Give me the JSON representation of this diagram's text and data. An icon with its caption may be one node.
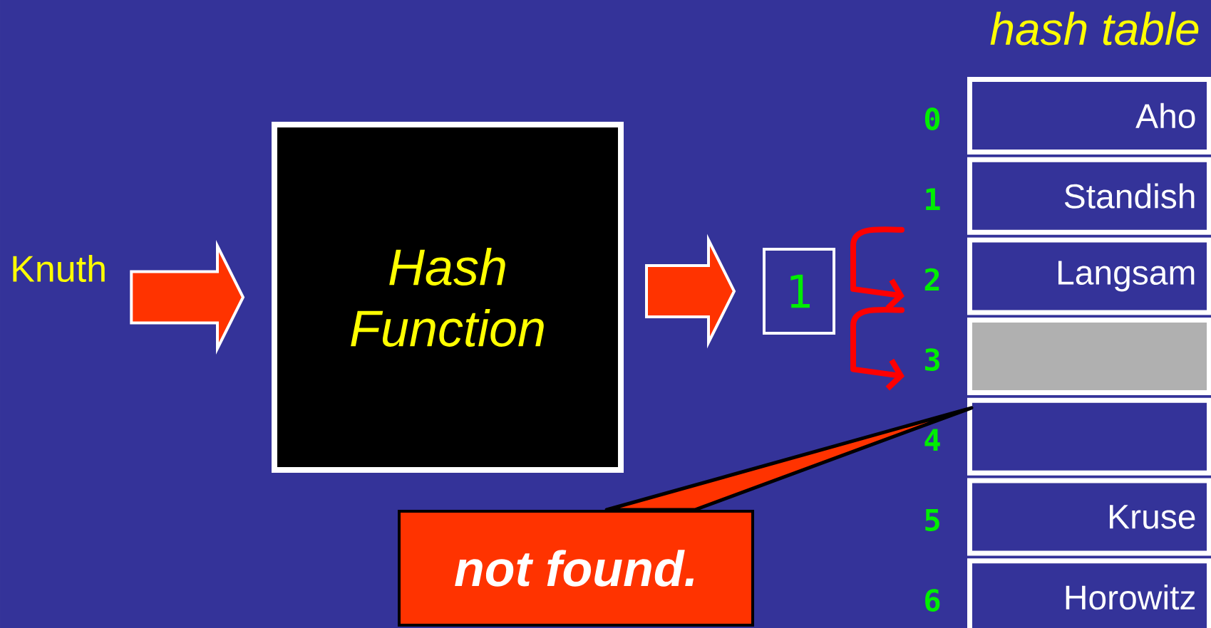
{
  "diagram": {
    "title": "hash table",
    "nodes": [
      {
        "text": [
          "Knuth"
        ]
      },
      {
        "text": [
          "Hash Function"
        ]
      },
      {
        "text": [
          "1"
        ]
      },
      {
        "text": [
          "Aho"
        ],
        "beside": [
          "0"
        ]
      },
      {
        "text": [
          "Standish"
        ],
        "beside": [
          "1"
        ]
      },
      {
        "text": [
          "Langsam"
        ],
        "beside": [
          "2"
        ]
      },
      {
        "text": [],
        "shape": "box",
        "beside": [
          "3"
        ]
      },
      {
        "text": [],
        "shape": "box",
        "beside": [
          "4"
        ]
      },
      {
        "text": [
          "Kruse"
        ],
        "beside": [
          "5"
        ]
      },
      {
        "text": [
          "Horowitz"
        ],
        "beside": [
          "6"
        ]
      },
      {
        "text": [
          "not found."
        ]
      }
    ],
    "edges": [
      {
        "from": 0,
        "to": 1,
        "arrow": "to"
      },
      {
        "from": 1,
        "to": 2,
        "arrow": "to"
      },
      {
        "from": 4,
        "to": 5,
        "arrow": "to",
        "color": "#ff0000"
      },
      {
        "from": 5,
        "to": 6,
        "arrow": "to",
        "color": "#ff0000"
      },
      {
        "from": 10,
        "to": 7,
        "arrow": "none"
      }
    ]
  }
}
